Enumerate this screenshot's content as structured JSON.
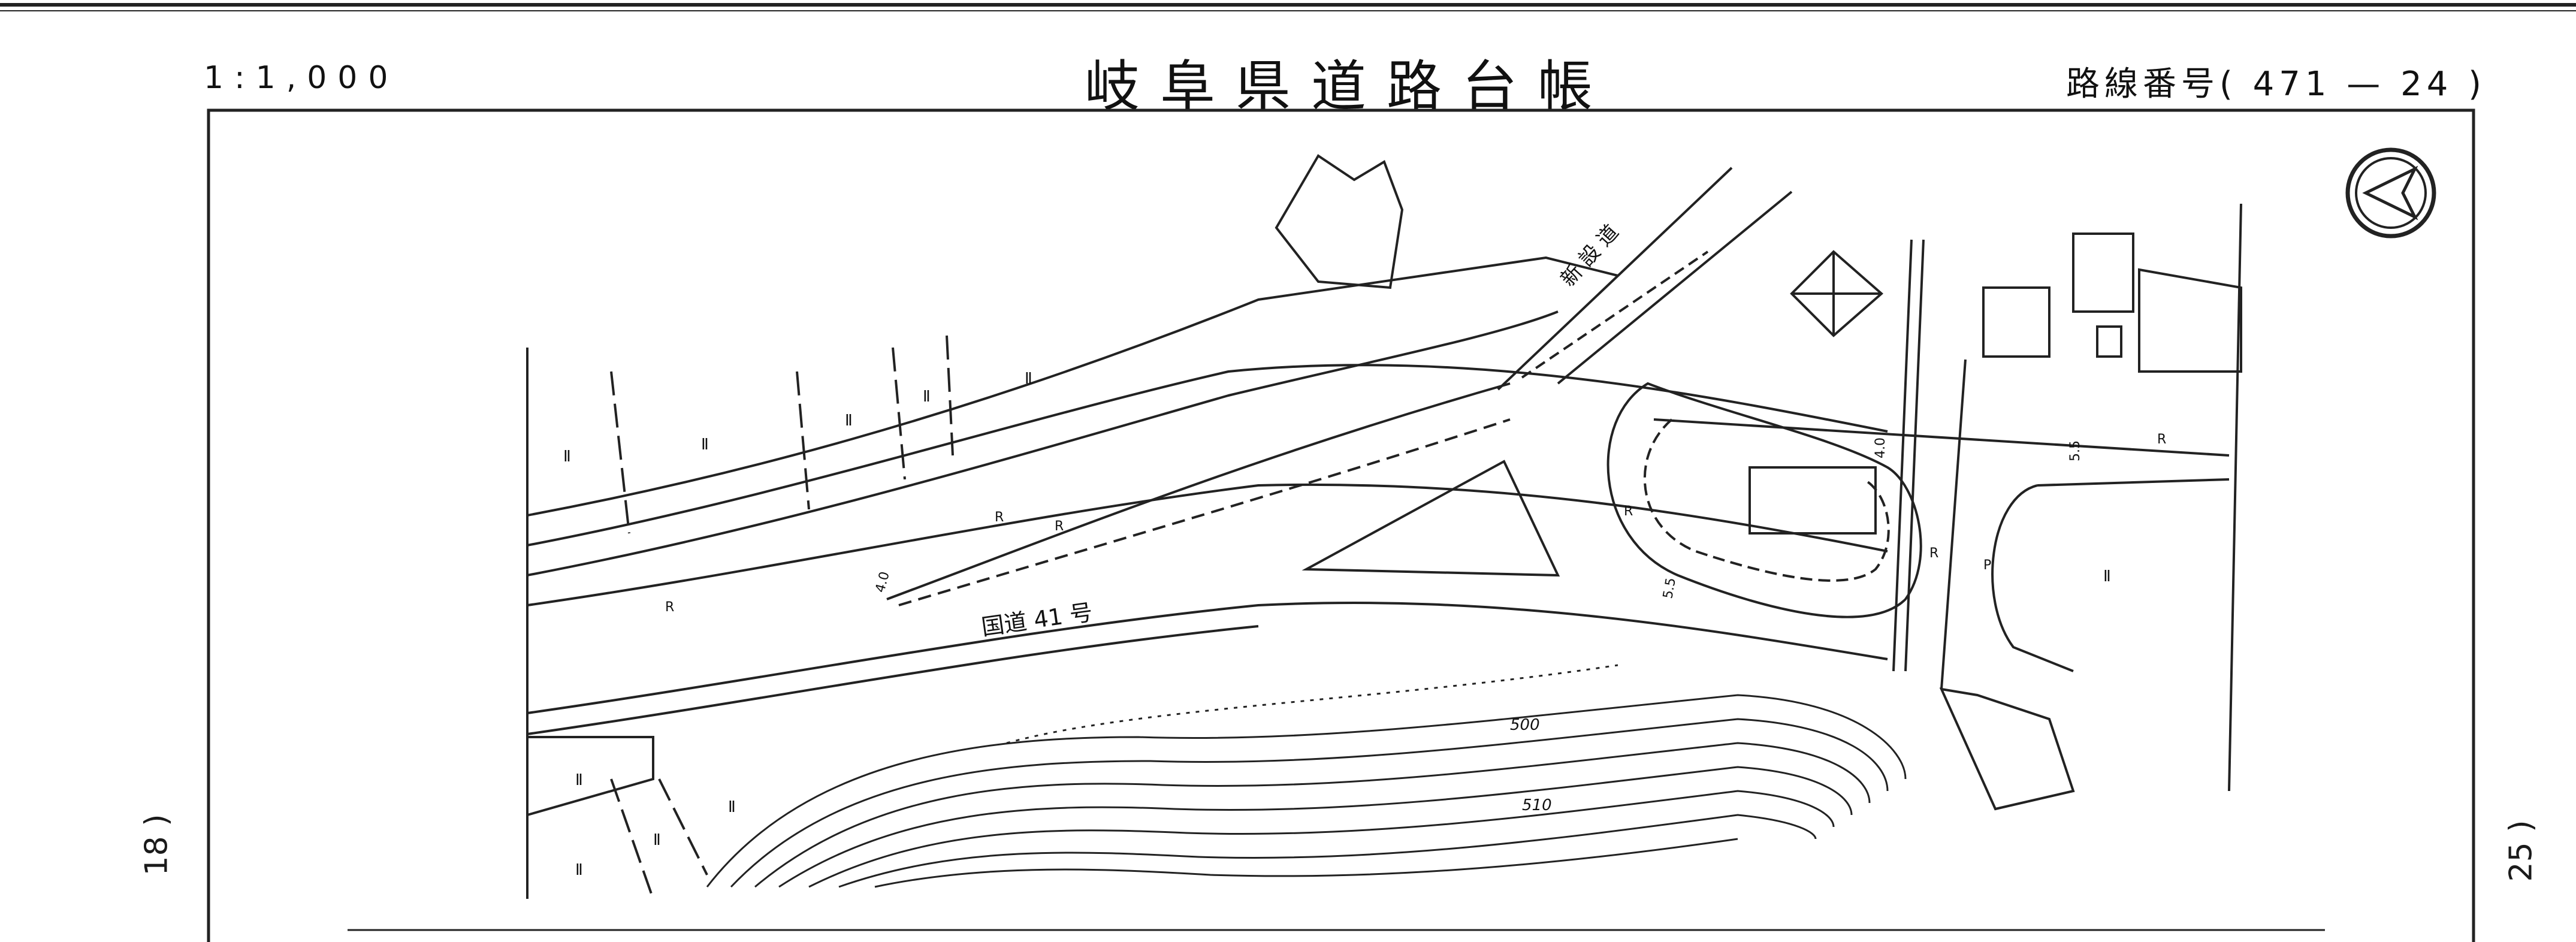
{
  "header": {
    "scale": "1:1,000",
    "title": "岐阜県道路台帳",
    "route_number": "路線番号( 471 — 24 )"
  },
  "side_refs": {
    "left": "18 )",
    "right": "25 )"
  },
  "map": {
    "road_label": "国道 41 号",
    "side_road_label": "新 設 道",
    "contour_labels": [
      "500",
      "510"
    ],
    "width_labels": [
      "4.0",
      "5.5",
      "4.0",
      "5.5"
    ],
    "marks": [
      "R",
      "R",
      "R",
      "R",
      "R",
      "P",
      "R"
    ],
    "parcel_marks": [
      "Ⅱ",
      "Ⅱ",
      "Ⅱ",
      "Ⅱ",
      "Ⅱ",
      "Ⅱ",
      "Ⅱ",
      "Ⅱ",
      "Ⅱ",
      "Ⅱ"
    ]
  },
  "icons": {
    "north_arrow": "north-arrow-icon"
  }
}
